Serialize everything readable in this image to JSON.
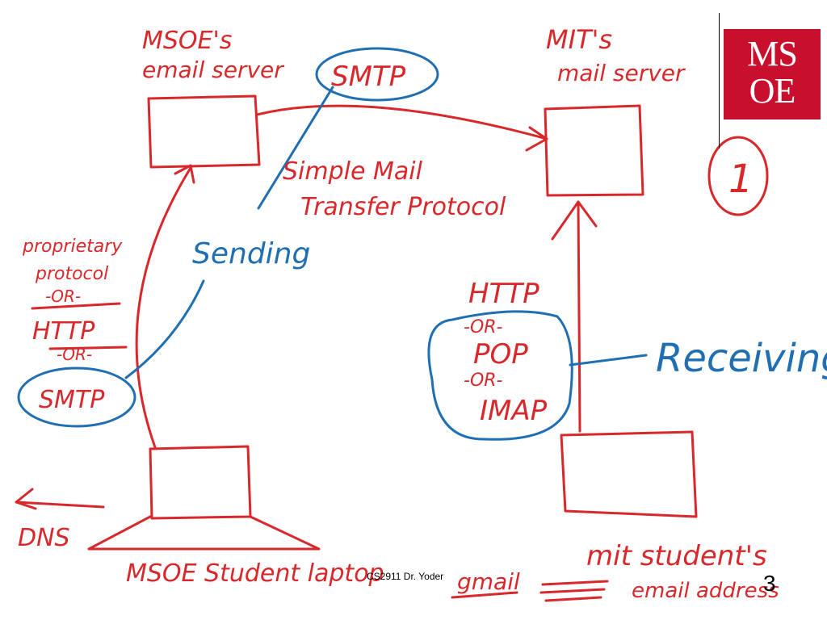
{
  "colors": {
    "ink_red": "#d9282b",
    "ink_blue": "#1f6fb2",
    "logo_red": "#c8102e",
    "background": "#ffffff"
  },
  "logo": {
    "text": "MSOE",
    "line1": "MS",
    "line2": "OE",
    "slide_number_circled": "1"
  },
  "labels": {
    "msoe_server": [
      "MSOE's",
      "email server"
    ],
    "mit_server": [
      "MIT's",
      "mail server"
    ],
    "smtp_top": "SMTP",
    "smtp_expansion": [
      "Simple Mail",
      "Transfer Protocol"
    ],
    "sending": "Sending",
    "receiving": "Receiving",
    "left_protocols": [
      "proprietary",
      "protocol",
      "-OR-",
      "HTTP",
      "-OR-",
      "SMTP"
    ],
    "right_protocols": [
      "HTTP",
      "-OR-",
      "POP",
      "-OR-",
      "IMAP"
    ],
    "dns": "DNS",
    "msoe_laptop": "MSOE Student laptop",
    "mit_student": "mit student's",
    "mit_address": "email address",
    "gmail": "gmail"
  },
  "footer": {
    "text": "CS2911 Dr. Yoder",
    "page": "3"
  }
}
